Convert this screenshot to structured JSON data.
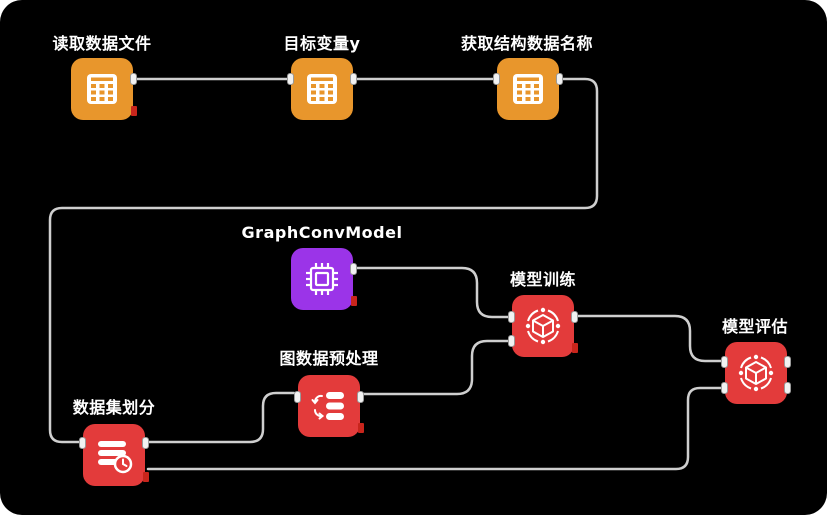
{
  "canvas": {
    "background": "#000000",
    "edge_color": "#cfcfcf"
  },
  "colors": {
    "orange": "#e8962c",
    "purple": "#9b34e8",
    "red": "#e33b3b"
  },
  "nodes": [
    {
      "id": "read",
      "label": "读取数据文件",
      "color": "orange",
      "icon": "table-grid-icon"
    },
    {
      "id": "target",
      "label": "目标变量y",
      "color": "orange",
      "icon": "table-grid-icon"
    },
    {
      "id": "getname",
      "label": "获取结构数据名称",
      "color": "orange",
      "icon": "table-grid-icon"
    },
    {
      "id": "gcn",
      "label": "GraphConvModel",
      "color": "purple",
      "icon": "cpu-chip-icon"
    },
    {
      "id": "train",
      "label": "模型训练",
      "color": "red",
      "icon": "model-cube-icon"
    },
    {
      "id": "eval",
      "label": "模型评估",
      "color": "red",
      "icon": "model-cube-icon"
    },
    {
      "id": "preprocess",
      "label": "图数据预处理",
      "color": "red",
      "icon": "preprocess-icon"
    },
    {
      "id": "split",
      "label": "数据集划分",
      "color": "red",
      "icon": "dataset-split-icon"
    }
  ],
  "edges": [
    {
      "from": "read",
      "to": "target"
    },
    {
      "from": "target",
      "to": "getname"
    },
    {
      "from": "getname",
      "to": "split"
    },
    {
      "from": "gcn",
      "to": "train"
    },
    {
      "from": "preprocess",
      "to": "train"
    },
    {
      "from": "split",
      "to": "preprocess"
    },
    {
      "from": "train",
      "to": "eval"
    },
    {
      "from": "split",
      "to": "eval"
    }
  ]
}
